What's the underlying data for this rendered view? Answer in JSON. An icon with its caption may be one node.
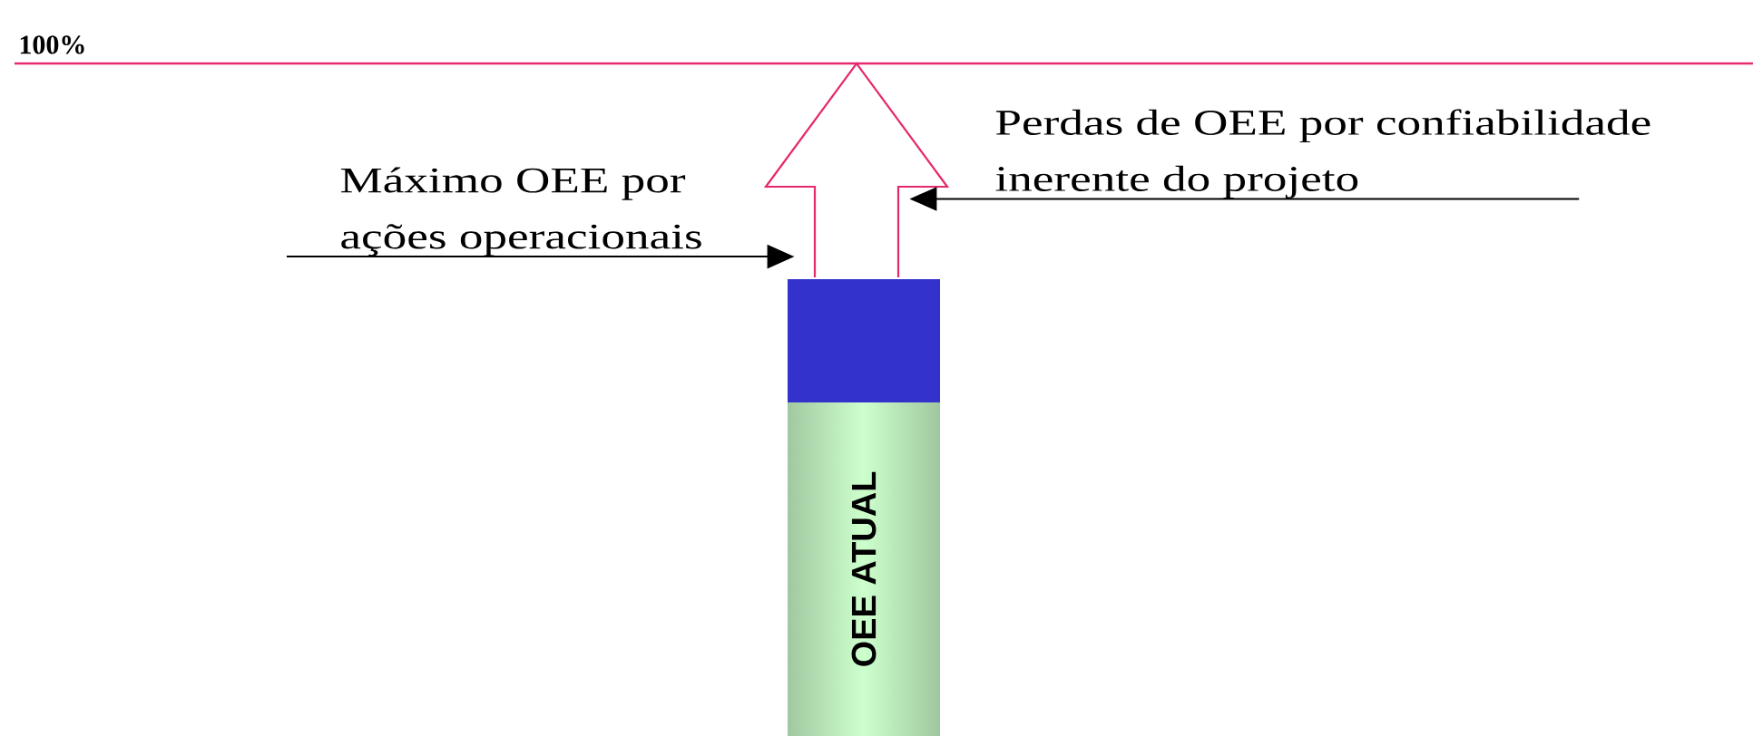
{
  "diagram": {
    "nodes": [
      {
        "text": [
          "OEE ATUAL"
        ]
      },
      {
        "text": [],
        "shape": "bar"
      },
      {
        "text": [],
        "shape": "arrow"
      },
      {
        "text": [
          "Máximo OEE por ações operacionais"
        ]
      },
      {
        "text": [
          "Perdas de OEE por confiabilidade inerente do projeto"
        ]
      }
    ],
    "edges": [
      {
        "from": 3,
        "to": 1,
        "arrow": "to"
      },
      {
        "from": 4,
        "to": 2,
        "arrow": "to"
      }
    ],
    "labels": [
      "100%"
    ]
  }
}
